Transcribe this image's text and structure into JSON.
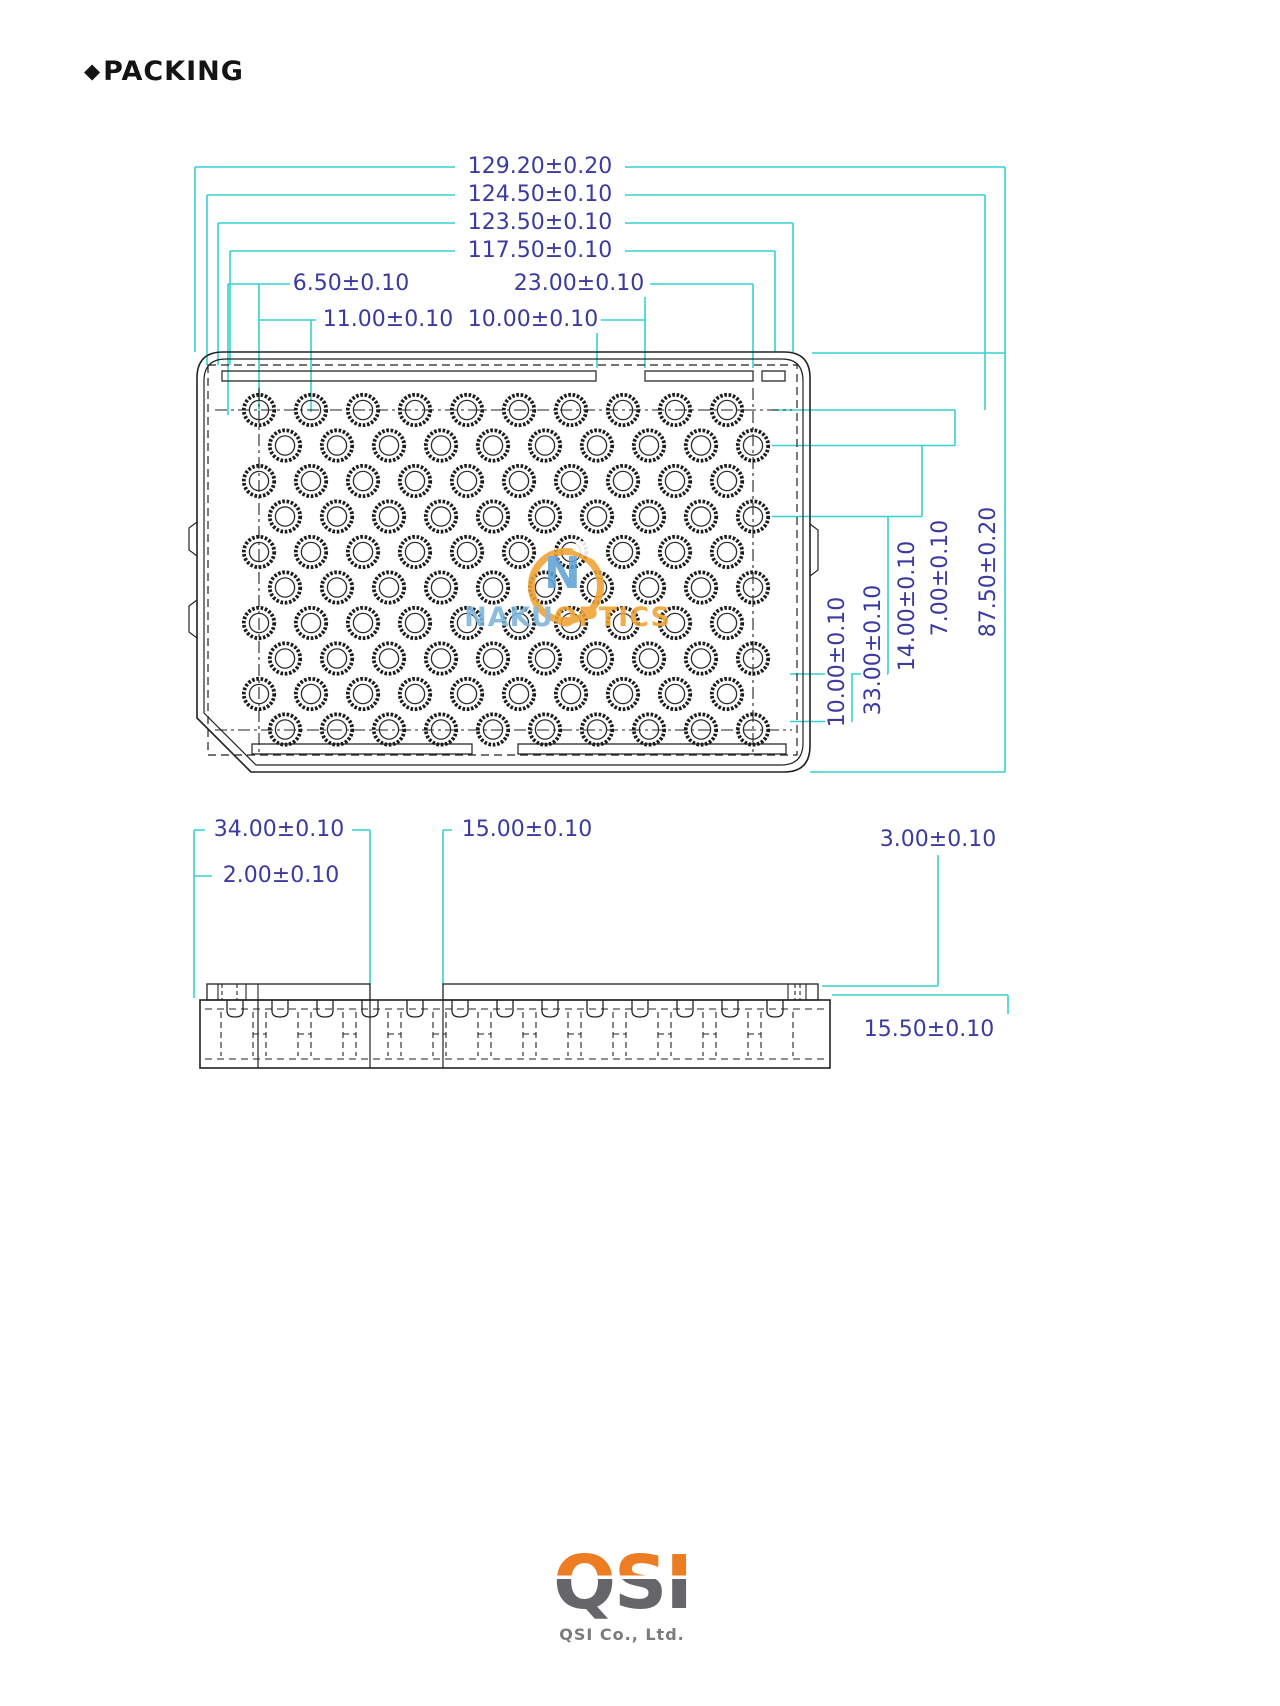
{
  "heading": {
    "bullet": "◆",
    "text": "PACKING"
  },
  "top_view": {
    "stack": [
      "129.20±0.20",
      "124.50±0.10",
      "123.50±0.10",
      "117.50±0.10"
    ],
    "row5_left": "6.50±0.10",
    "row5_right": "23.00±0.10",
    "row6_left": "11.00±0.10",
    "row6_right": "10.00±0.10",
    "right_rotated": [
      "10.00±0.10",
      "33.00±0.10",
      "14.00±0.10",
      "7.00±0.10",
      "87.50±0.20"
    ]
  },
  "side_view": {
    "dim_34": "34.00±0.10",
    "dim_2": "2.00±0.10",
    "dim_15": "15.00±0.10",
    "dim_3": "3.00±0.10",
    "dim_15_5": "15.50±0.10"
  },
  "watermark": {
    "letter": "N",
    "text_left": "NAKU",
    "text_right": "OPTICS"
  },
  "footer": {
    "logo_text": "QSI",
    "company": "QSI Co., Ltd."
  },
  "colors": {
    "dim_text": "#3a3aa0",
    "dim_line": "#35d1d1",
    "drawing_line": "#222222",
    "watermark_orange": "#f0a232",
    "watermark_blue": "#7db5da",
    "logo_orange": "#ed7d23",
    "logo_gray": "#66666a"
  }
}
